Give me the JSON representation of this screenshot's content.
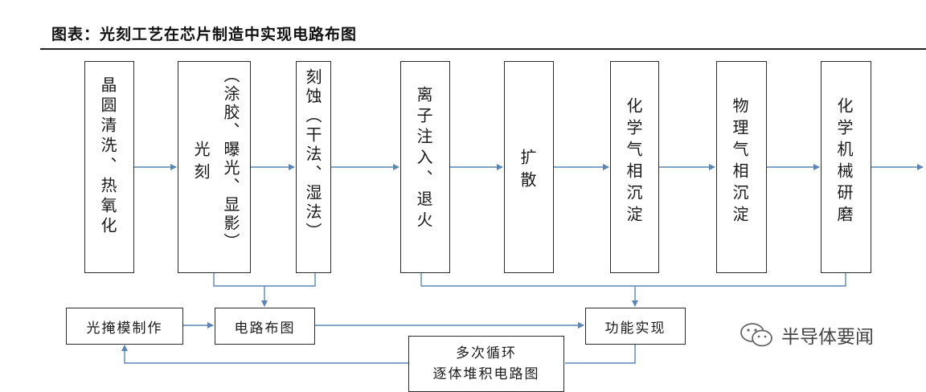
{
  "title": "图表：光刻工艺在芯片制造中实现电路布图",
  "process_steps": [
    {
      "label": "晶圆清洗、热氧化"
    },
    {
      "label": "光刻",
      "sub": "（涂胶、曝光、显影）"
    },
    {
      "label": "刻蚀（干法、湿法）"
    },
    {
      "label": "离子注入、退火"
    },
    {
      "label": "扩散"
    },
    {
      "label": "化学气相沉淀"
    },
    {
      "label": "物理气相沉淀"
    },
    {
      "label": "化学机械研磨"
    }
  ],
  "bottom": {
    "mask": "光掩模制作",
    "layout": "电路布图",
    "function": "功能实现",
    "cycle_line1": "多次循环",
    "cycle_line2": "逐体堆积电路图"
  },
  "watermark": {
    "text": "半导体要闻",
    "icon": "wechat-icon"
  },
  "colors": {
    "arrow": "#5b86b3",
    "border": "#2b2b2b"
  }
}
